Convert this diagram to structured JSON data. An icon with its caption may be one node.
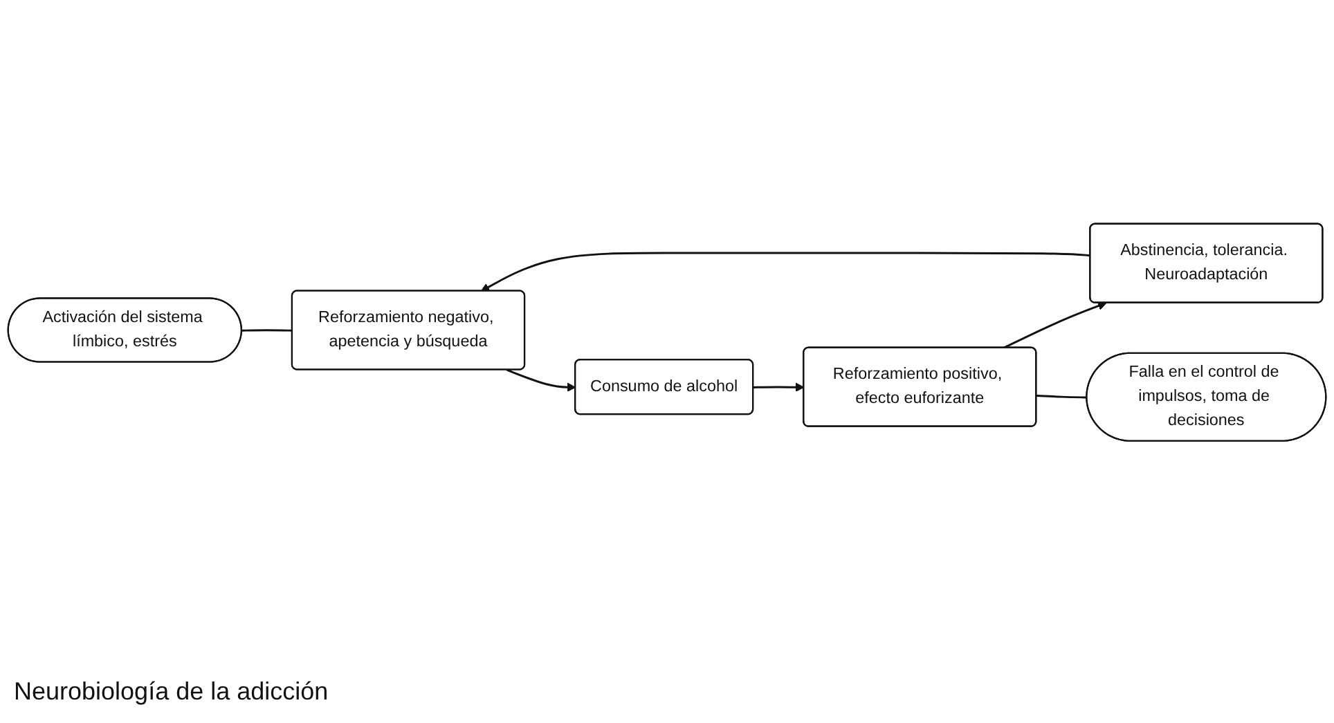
{
  "diagram": {
    "caption": "Neurobiología de la adicción",
    "nodes": [
      {
        "text": [
          "Activación del sistema límbico, estrés"
        ]
      },
      {
        "text": [
          "Consumo de alcohol"
        ]
      },
      {
        "text": [
          "Reforzamiento negativo, apetencia y búsqueda"
        ]
      },
      {
        "text": [
          "Reforzamiento positivo, efecto euforizante"
        ]
      },
      {
        "text": [
          "Abstinencia, tolerancia. Neuroadaptación"
        ]
      },
      {
        "text": [
          "Falla en el control de impulsos, toma de decisiones"
        ]
      }
    ],
    "edges": [
      {
        "from": 2,
        "to": 1,
        "arrow": "to"
      },
      {
        "from": 1,
        "to": 3,
        "arrow": "to"
      },
      {
        "from": 3,
        "to": 4,
        "arrow": "to"
      },
      {
        "from": 4,
        "to": 2,
        "arrow": "to"
      },
      {
        "from": 0,
        "to": 2,
        "arrow": "none"
      },
      {
        "from": 3,
        "to": 5,
        "arrow": "none"
      }
    ]
  }
}
